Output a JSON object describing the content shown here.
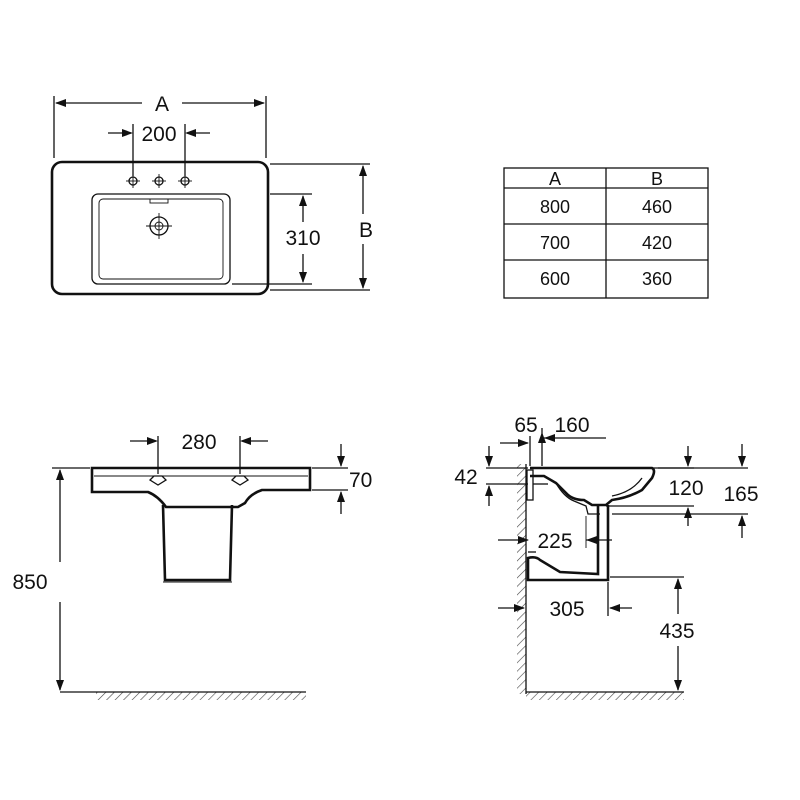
{
  "top_view": {
    "width_label": "A",
    "tap_spacing": "200",
    "bowl_depth": "310",
    "depth_label": "B"
  },
  "size_table": {
    "headers": [
      "A",
      "B"
    ],
    "rows": [
      [
        "800",
        "460"
      ],
      [
        "700",
        "420"
      ],
      [
        "600",
        "360"
      ]
    ]
  },
  "front_view": {
    "fixing_spacing": "280",
    "rim_thickness": "70",
    "rim_height": "850"
  },
  "side_view": {
    "wall_offset": "65",
    "tap_offset": "160",
    "fixing_height": "42",
    "bowl_inner_depth": "120",
    "bowl_outer_depth": "165",
    "fixing_to_wall": "225",
    "pedestal_projection": "305",
    "pedestal_height": "435"
  }
}
